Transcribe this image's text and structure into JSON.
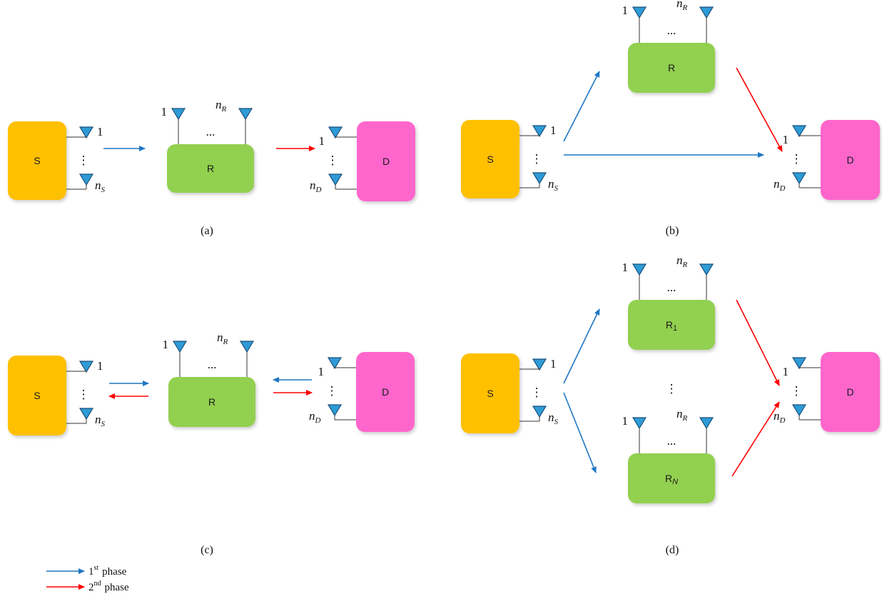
{
  "nodes": {
    "source": "S",
    "relay": "R",
    "destination": "D",
    "relay_1": "R",
    "relay_1_sub": "1",
    "relay_n": "R",
    "relay_n_sub": "N"
  },
  "antenna_labels": {
    "one": "1",
    "n": "n",
    "sub_s": "S",
    "sub_r": "R",
    "sub_d": "D",
    "ellipsis_h": "...",
    "ellipsis_v": "⋮"
  },
  "captions": {
    "a": "(a)",
    "b": "(b)",
    "c": "(c)",
    "d": "(d)"
  },
  "legend": [
    {
      "ordinal": "1",
      "suffix": "st",
      "text": "phase",
      "color": "#1f77c4"
    },
    {
      "ordinal": "2",
      "suffix": "nd",
      "text": "phase",
      "color": "#ff0000"
    }
  ],
  "colors": {
    "source": "#ffc000",
    "relay": "#92d050",
    "destination": "#ff66cc",
    "antenna": "#2e9bd6",
    "phase1": "#1f77c4",
    "phase2": "#ff0000"
  }
}
